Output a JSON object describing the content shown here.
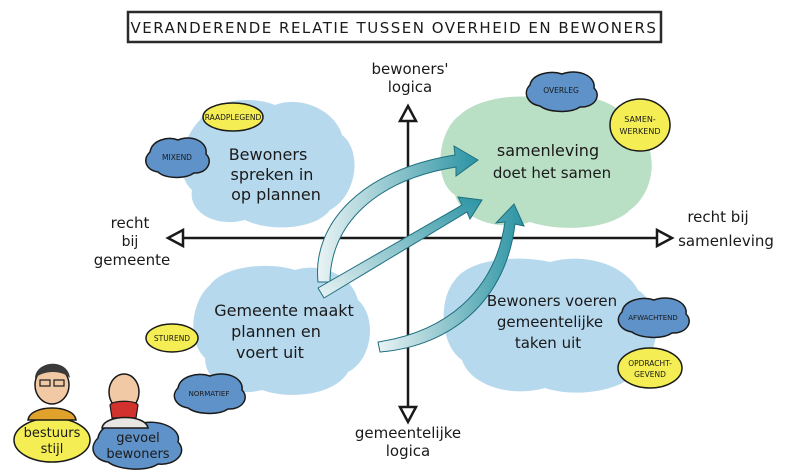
{
  "title": "VERANDERENDE RELATIE TUSSEN OVERHEID EN BEWONERS",
  "axes": {
    "top": [
      "bewoners'",
      "logica"
    ],
    "bottom": [
      "gemeentelijke",
      "logica"
    ],
    "left": [
      "recht",
      "bij",
      "gemeente"
    ],
    "right": [
      "recht bij",
      "samenleving"
    ]
  },
  "quadrants": {
    "top_left": [
      "Bewoners",
      "spreken in",
      "op plannen"
    ],
    "top_right": [
      "samenleving",
      "doet het samen"
    ],
    "bottom_left": [
      "Gemeente maakt",
      "plannen en",
      "voert uit"
    ],
    "bottom_right": [
      "Bewoners voeren",
      "gemeentelijke",
      "taken uit"
    ]
  },
  "badges": {
    "raadplegend": "RAADPLEGEND",
    "mixend": "MIXEND",
    "overleg": "OVERLEG",
    "samenwerkend": [
      "SAMEN-",
      "WERKEND"
    ],
    "sturend": "STUREND",
    "normatief": "NORMATIEF",
    "afwachtend": "AFWACHTEND",
    "opdrachtgevend": [
      "OPDRACHT-",
      "GEVEND"
    ],
    "bestuursstijl": [
      "bestuurs",
      "stijl"
    ],
    "gevoel_bewoners": [
      "gevoel",
      "bewoners"
    ]
  },
  "colors": {
    "blue_cloud": "#b7d9ee",
    "green_cloud": "#b9dfc4",
    "yellow_badge": "#f4ee54",
    "blue_badge": "#5e92c8",
    "arrow_teal": "#2a93a3"
  }
}
